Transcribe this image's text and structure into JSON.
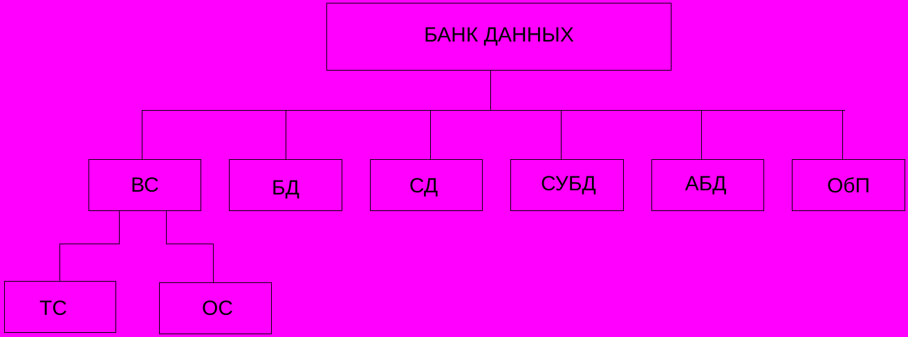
{
  "diagram": {
    "background_color": "#FF00FF",
    "line_color": "#000000",
    "root": {
      "label": "БАНК ДАННЫХ"
    },
    "level1": [
      {
        "label": "ВС"
      },
      {
        "label": "БД"
      },
      {
        "label": "СД"
      },
      {
        "label": "СУБД"
      },
      {
        "label": "АБД"
      },
      {
        "label": "ОбП"
      }
    ],
    "level2": [
      {
        "label": "ТС"
      },
      {
        "label": "ОС"
      }
    ]
  }
}
